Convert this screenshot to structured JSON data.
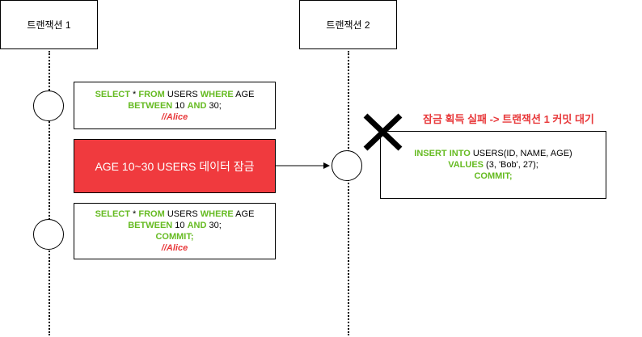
{
  "headers": {
    "tx1": "트랜잭션 1",
    "tx2": "트랜잭션 2"
  },
  "query1": {
    "select": "SELECT",
    "star": " * ",
    "from": "FROM",
    "table": " USERS ",
    "where": "WHERE",
    "col": " AGE",
    "between": "BETWEEN",
    "lo": " 10 ",
    "and": "AND",
    "hi": " 30;",
    "comment": "//Alice"
  },
  "lock_box": {
    "label": "AGE 10~30 USERS 데이터 잠금"
  },
  "query2": {
    "select": "SELECT",
    "star": " * ",
    "from": "FROM",
    "table": " USERS ",
    "where": "WHERE",
    "col": " AGE",
    "between": "BETWEEN",
    "lo": " 10 ",
    "and": "AND",
    "hi": " 30;",
    "commit": "COMMIT;",
    "comment": "//Alice"
  },
  "insert": {
    "insert_into": "INSERT INTO",
    "target": " USERS(ID, NAME, AGE)",
    "values": "VALUES",
    "vals": " (3, 'Bob', 27);",
    "commit": "COMMIT;"
  },
  "fail_note": "잠금 획득 실패 -> 트랜잭션 1 커밋 대기",
  "colors": {
    "keyword": "#66bb22",
    "comment": "#e8393b",
    "lock_fill": "#f03a3e",
    "fail_text": "#e8393b"
  }
}
